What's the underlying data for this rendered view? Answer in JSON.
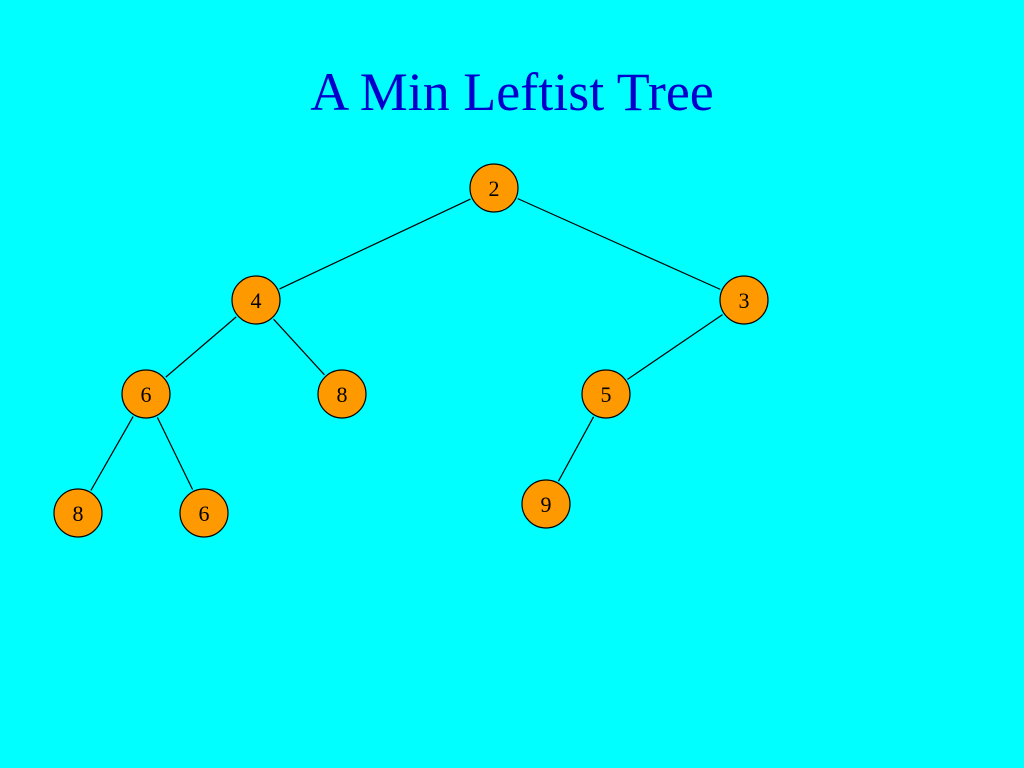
{
  "title": "A Min Leftist Tree",
  "colors": {
    "background": "#00ffff",
    "title": "#0000cc",
    "node_fill": "#ff9900",
    "node_stroke": "#000000",
    "edge": "#000000",
    "label": "#000000"
  },
  "tree": {
    "nodes": [
      {
        "id": "n1",
        "label": "2"
      },
      {
        "id": "n2",
        "label": "4"
      },
      {
        "id": "n3",
        "label": "3"
      },
      {
        "id": "n4",
        "label": "6"
      },
      {
        "id": "n5",
        "label": "8"
      },
      {
        "id": "n6",
        "label": "5"
      },
      {
        "id": "n7",
        "label": "8"
      },
      {
        "id": "n8",
        "label": "6"
      },
      {
        "id": "n9",
        "label": "9"
      }
    ],
    "edges": [
      {
        "from": "n1",
        "to": "n2"
      },
      {
        "from": "n1",
        "to": "n3"
      },
      {
        "from": "n2",
        "to": "n4"
      },
      {
        "from": "n2",
        "to": "n5"
      },
      {
        "from": "n3",
        "to": "n6"
      },
      {
        "from": "n4",
        "to": "n7"
      },
      {
        "from": "n4",
        "to": "n8"
      },
      {
        "from": "n6",
        "to": "n9"
      }
    ]
  }
}
